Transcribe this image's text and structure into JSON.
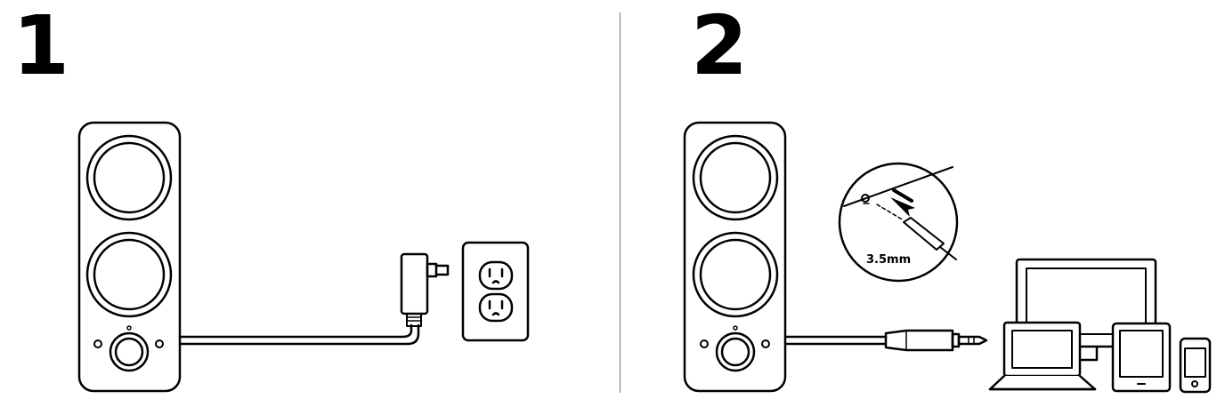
{
  "steps": [
    {
      "number": "1"
    },
    {
      "number": "2",
      "jack_size_label": "3.5mm"
    }
  ],
  "icons": {
    "speaker": "speaker-icon",
    "power_adapter": "power-adapter-icon",
    "wall_outlet": "wall-outlet-icon",
    "audio_jack": "audio-jack-icon",
    "monitor": "monitor-icon",
    "laptop": "laptop-icon",
    "tablet": "tablet-icon",
    "phone": "phone-icon"
  }
}
